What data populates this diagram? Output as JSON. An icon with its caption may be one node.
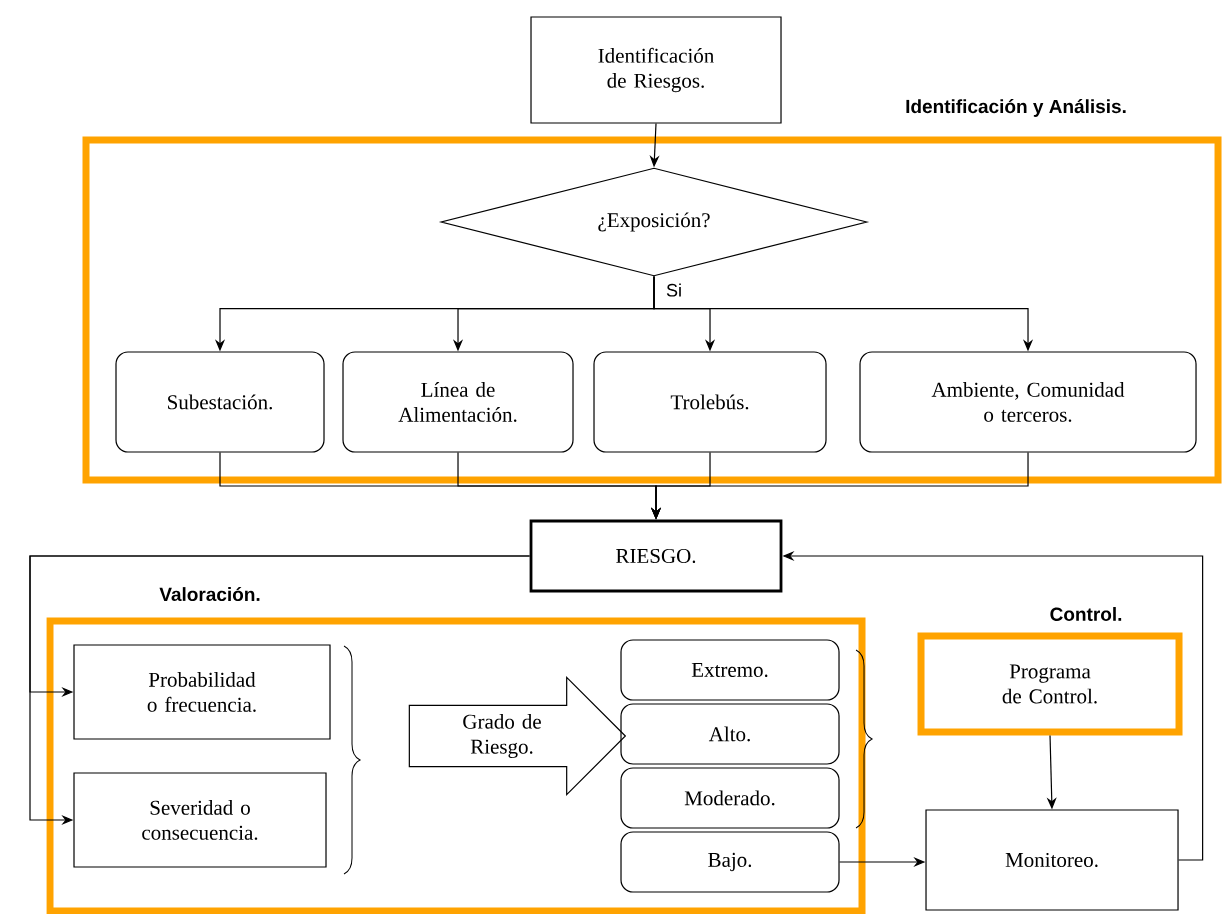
{
  "diagram": {
    "nodes": [
      {
        "text": [
          "Identificación de Riesgos."
        ]
      },
      {
        "text": [
          "Identificación y Análisis."
        ]
      },
      {
        "text": [
          "¿Exposición?"
        ],
        "in": 1
      },
      {
        "text": [
          "Subestación."
        ],
        "in": 1
      },
      {
        "text": [
          "Línea de Alimentación."
        ],
        "in": 1
      },
      {
        "text": [
          "Trolebús."
        ],
        "in": 1
      },
      {
        "text": [
          "Ambiente, Comunidad o terceros."
        ],
        "in": 1
      },
      {
        "text": [
          "RIESGO."
        ]
      },
      {
        "text": [
          "Valoración."
        ]
      },
      {
        "text": [
          "Probabilidad o frecuencia."
        ],
        "in": 8
      },
      {
        "text": [
          "Severidad o consecuencia."
        ],
        "in": 8
      },
      {
        "text": [
          "Grado de Riesgo."
        ],
        "in": 8
      },
      {
        "text": [
          "Extremo."
        ],
        "in": 8
      },
      {
        "text": [
          "Alto."
        ],
        "in": 8
      },
      {
        "text": [
          "Moderado."
        ],
        "in": 8
      },
      {
        "text": [
          "Bajo."
        ],
        "in": 8
      },
      {
        "text": [
          "Control.",
          "Programa de Control."
        ]
      },
      {
        "text": [
          "Monitoreo."
        ]
      }
    ],
    "edges": [
      {
        "from": 0,
        "to": 2,
        "arrow": "to"
      },
      {
        "from": 2,
        "to": 3,
        "arrow": "to",
        "label": "Si"
      },
      {
        "from": 2,
        "to": 4,
        "arrow": "to"
      },
      {
        "from": 2,
        "to": 5,
        "arrow": "to"
      },
      {
        "from": 2,
        "to": 6,
        "arrow": "to"
      },
      {
        "from": 3,
        "to": 7,
        "arrow": "to"
      },
      {
        "from": 4,
        "to": 7,
        "arrow": "to"
      },
      {
        "from": 5,
        "to": 7,
        "arrow": "to"
      },
      {
        "from": 6,
        "to": 7,
        "arrow": "to"
      },
      {
        "from": 7,
        "to": 9,
        "arrow": "to"
      },
      {
        "from": 7,
        "to": 10,
        "arrow": "to"
      },
      {
        "from": 17,
        "to": 7,
        "arrow": "to"
      },
      {
        "from": 15,
        "to": 17,
        "arrow": "to"
      },
      {
        "from": 16,
        "to": 17,
        "arrow": "to"
      }
    ]
  }
}
